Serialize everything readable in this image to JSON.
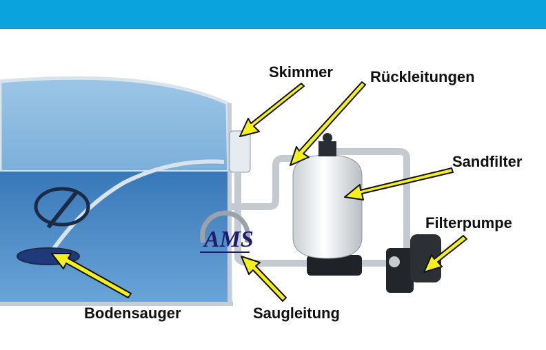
{
  "labels": {
    "skimmer": "Skimmer",
    "return_lines": "Rückleitungen",
    "sand_filter": "Sandfilter",
    "filter_pump": "Filterpumpe",
    "pool_cleaner": "Bodensauger",
    "suction_line": "Saugleitung"
  },
  "logo": {
    "text": "AMS"
  },
  "colors": {
    "header": "#0aa3de",
    "arrow": "#f5ef1c",
    "water": "#2f6fb0",
    "logo": "#1d1d6e"
  }
}
